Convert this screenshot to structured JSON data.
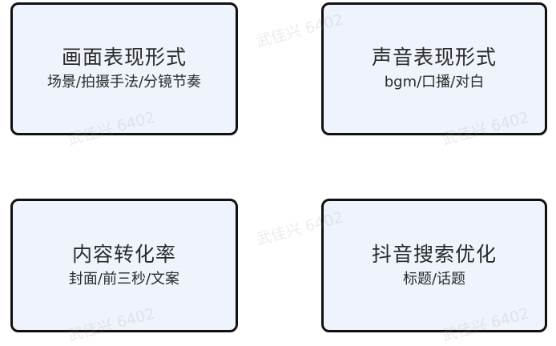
{
  "diagram": {
    "boxes": [
      {
        "title": "画面表现形式",
        "subtitle": "场景/拍摄手法/分镜节奏"
      },
      {
        "title": "声音表现形式",
        "subtitle": "bgm/口播/对白"
      },
      {
        "title": "内容转化率",
        "subtitle": "封面/前三秒/文案"
      },
      {
        "title": "抖音搜索优化",
        "subtitle": "标题/话题"
      }
    ],
    "watermark": "武佳兴 6402",
    "colors": {
      "box_fill": "#eef3fc",
      "box_border": "#111111",
      "text": "#2b2b2b"
    }
  }
}
